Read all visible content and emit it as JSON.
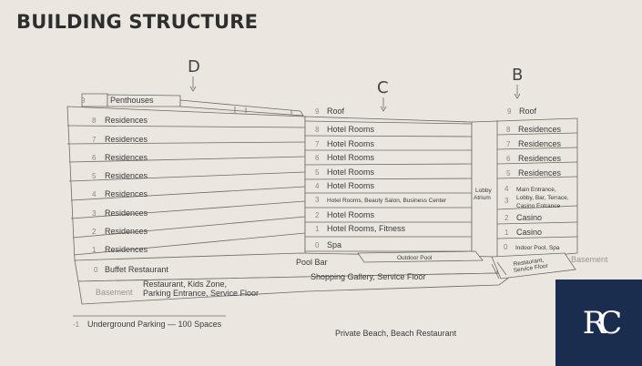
{
  "title": "BUILDING STRUCTURE",
  "sections": {
    "d": "D",
    "c": "C",
    "b": "B"
  },
  "wing_d": {
    "floors": [
      {
        "num": "9",
        "label": "Penthouses"
      },
      {
        "num": "8",
        "label": "Residences"
      },
      {
        "num": "7",
        "label": "Residences"
      },
      {
        "num": "6",
        "label": "Residences"
      },
      {
        "num": "5",
        "label": "Residences"
      },
      {
        "num": "4",
        "label": "Residences"
      },
      {
        "num": "3",
        "label": "Residences"
      },
      {
        "num": "2",
        "label": "Residences"
      },
      {
        "num": "1",
        "label": "Residences"
      },
      {
        "num": "0",
        "label": "Buffet Restaurant"
      }
    ],
    "basement_tag": "Basement",
    "basement_line1": "Restaurant, Kids Zone,",
    "basement_line2": "Parking Entrance, Service Floor"
  },
  "wing_c": {
    "floors": [
      {
        "num": "9",
        "label": "Roof"
      },
      {
        "num": "8",
        "label": "Hotel Rooms"
      },
      {
        "num": "7",
        "label": "Hotel Rooms"
      },
      {
        "num": "6",
        "label": "Hotel Rooms"
      },
      {
        "num": "5",
        "label": "Hotel Rooms"
      },
      {
        "num": "4",
        "label": "Hotel Rooms"
      },
      {
        "num": "3",
        "label": "Hotel Rooms, Beauty Salon, Business Center"
      },
      {
        "num": "2",
        "label": "Hotel Rooms"
      },
      {
        "num": "1",
        "label": "Hotel Rooms, Fitness"
      },
      {
        "num": "0",
        "label": "Spa"
      }
    ],
    "pool_bar": "Pool Bar",
    "outdoor_pool": "Outdoor Pool",
    "basement_label": "Shopping Gallery, Service Floor"
  },
  "wing_b": {
    "floors": [
      {
        "num": "9",
        "label": "Roof"
      },
      {
        "num": "8",
        "label": "Residences"
      },
      {
        "num": "7",
        "label": "Residences"
      },
      {
        "num": "6",
        "label": "Residences"
      },
      {
        "num": "5",
        "label": "Residences"
      },
      {
        "num": "4",
        "label": "Main Entrance,"
      },
      {
        "num": "3",
        "label": "Lobby, Bar, Terrace,"
      },
      {
        "num": "2",
        "label": "Casino"
      },
      {
        "num": "1",
        "label": "Casino"
      },
      {
        "num": "0",
        "label": "Indoor Pool, Spa"
      }
    ],
    "floor4_line3": "Casino Entrance",
    "atrium_line1": "Lobby",
    "atrium_line2": "Atrium",
    "basement_line1": "Restaurant,",
    "basement_line2": "Service Floor",
    "basement_tag": "Basement"
  },
  "underground": {
    "num": "-1",
    "label": "Underground Parking — 100 Spaces"
  },
  "beach": "Private Beach, Beach Restaurant",
  "logo": "RC",
  "colors": {
    "background": "#ebe6df",
    "logo_bg": "#1b2d4f",
    "line": "#6d6a66"
  }
}
